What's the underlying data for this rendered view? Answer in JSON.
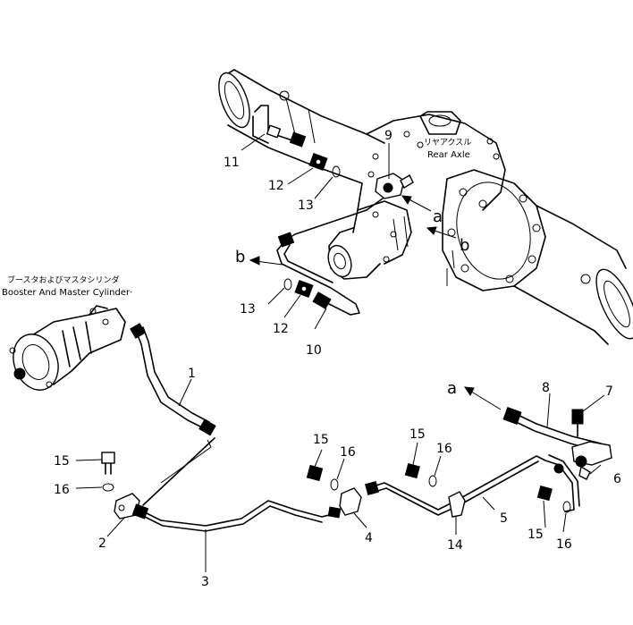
{
  "labels": {
    "rear_axle_jp": "リヤアクスル",
    "rear_axle_en": "Rear Axle",
    "booster_jp": "ブースタおよびマスタシリンダ",
    "booster_en": "Booster And Master Cylinder·"
  },
  "callouts": [
    {
      "id": "c1",
      "text": "1"
    },
    {
      "id": "c2",
      "text": "2"
    },
    {
      "id": "c3",
      "text": "3"
    },
    {
      "id": "c4",
      "text": "4"
    },
    {
      "id": "c5",
      "text": "5"
    },
    {
      "id": "c6",
      "text": "6"
    },
    {
      "id": "c7",
      "text": "7"
    },
    {
      "id": "c8",
      "text": "8"
    },
    {
      "id": "c9",
      "text": "9"
    },
    {
      "id": "c10",
      "text": "10"
    },
    {
      "id": "c11",
      "text": "11"
    },
    {
      "id": "c12a",
      "text": "12"
    },
    {
      "id": "c12b",
      "text": "12"
    },
    {
      "id": "c13a",
      "text": "13"
    },
    {
      "id": "c13b",
      "text": "13"
    },
    {
      "id": "c14",
      "text": "14"
    },
    {
      "id": "c15a",
      "text": "15"
    },
    {
      "id": "c15b",
      "text": "15"
    },
    {
      "id": "c15c",
      "text": "15"
    },
    {
      "id": "c15d",
      "text": "15"
    },
    {
      "id": "c16a",
      "text": "16"
    },
    {
      "id": "c16b",
      "text": "16"
    },
    {
      "id": "c16c",
      "text": "16"
    },
    {
      "id": "c16d",
      "text": "16"
    }
  ],
  "connections": {
    "a_axle": "a",
    "a_line": "a",
    "b_axle": "b",
    "b_line": "b"
  }
}
